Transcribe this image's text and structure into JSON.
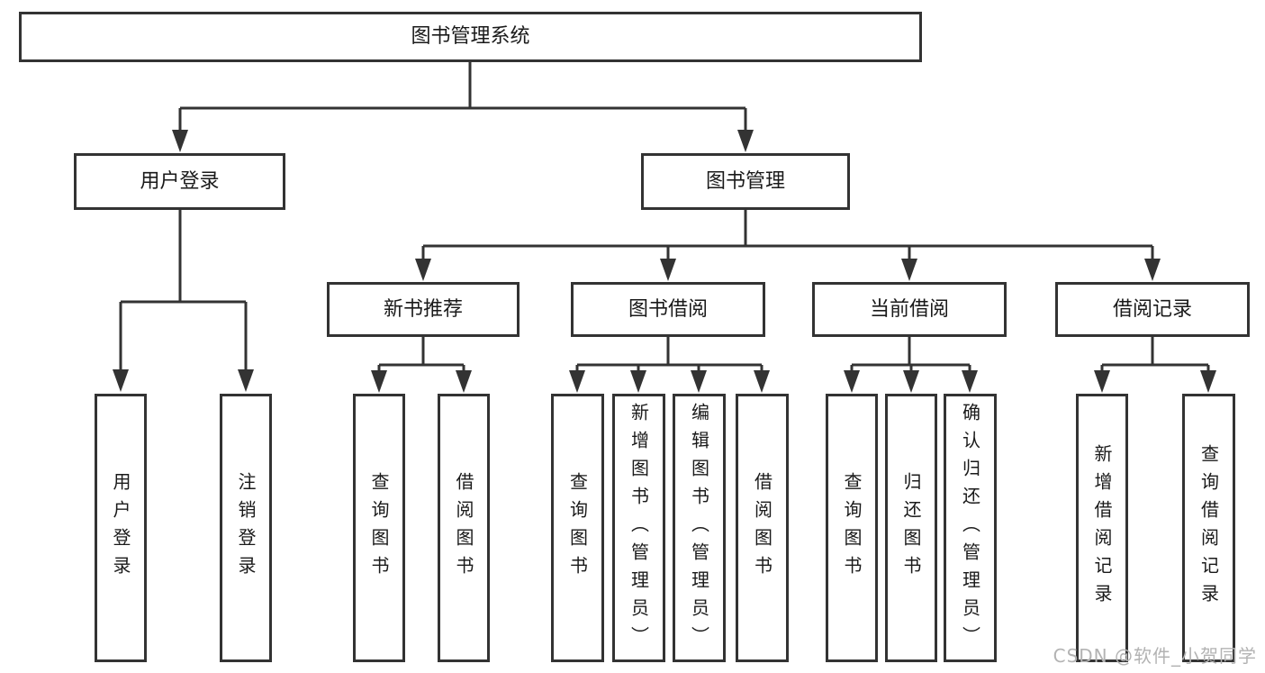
{
  "tree": {
    "label": "图书管理系统",
    "children": [
      {
        "label": "用户登录",
        "children": [
          {
            "label": "用户登录"
          },
          {
            "label": "注销登录"
          }
        ]
      },
      {
        "label": "图书管理",
        "children": [
          {
            "label": "新书推荐",
            "children": [
              {
                "label": "查询图书"
              },
              {
                "label": "借阅图书"
              }
            ]
          },
          {
            "label": "图书借阅",
            "children": [
              {
                "label": "查询图书"
              },
              {
                "label": "新增图书（管理员）"
              },
              {
                "label": "编辑图书（管理员）"
              },
              {
                "label": "借阅图书"
              }
            ]
          },
          {
            "label": "当前借阅",
            "children": [
              {
                "label": "查询图书"
              },
              {
                "label": "归还图书"
              },
              {
                "label": "确认归还（管理员）"
              }
            ]
          },
          {
            "label": "借阅记录",
            "children": [
              {
                "label": "新增借阅记录"
              },
              {
                "label": "查询借阅记录"
              }
            ]
          }
        ]
      }
    ]
  },
  "watermark": {
    "text": "CSDN @软件_小贺同学"
  },
  "colors": {
    "line": "#333333",
    "text": "#1a1a1a",
    "box_background": "#ffffff",
    "page_background": "#ffffff",
    "watermark": "#b3b3b3"
  }
}
